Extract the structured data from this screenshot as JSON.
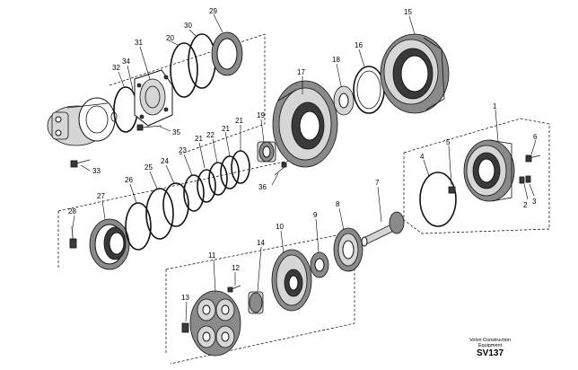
{
  "callouts": {
    "c1": "1",
    "c2": "2",
    "c3": "3",
    "c4": "4",
    "c5": "5",
    "c6": "6",
    "c7": "7",
    "c8": "8",
    "c9": "9",
    "c10": "10",
    "c11": "11",
    "c12": "12",
    "c13": "13",
    "c14": "14",
    "c15": "15",
    "c16": "16",
    "c17": "17",
    "c18": "18",
    "c19": "19",
    "c20": "20",
    "c21a": "21",
    "c21b": "21",
    "c21c": "21",
    "c22": "22",
    "c23": "23",
    "c24": "24",
    "c25": "25",
    "c26": "26",
    "c27": "27",
    "c28": "28",
    "c29": "29",
    "c30": "30",
    "c31": "31",
    "c32": "32",
    "c33": "33",
    "c34": "34",
    "c35": "35",
    "c36": "36"
  },
  "watermark": {
    "line1": "Volvo Construction",
    "line2": "Equipment",
    "code": "SV137"
  }
}
